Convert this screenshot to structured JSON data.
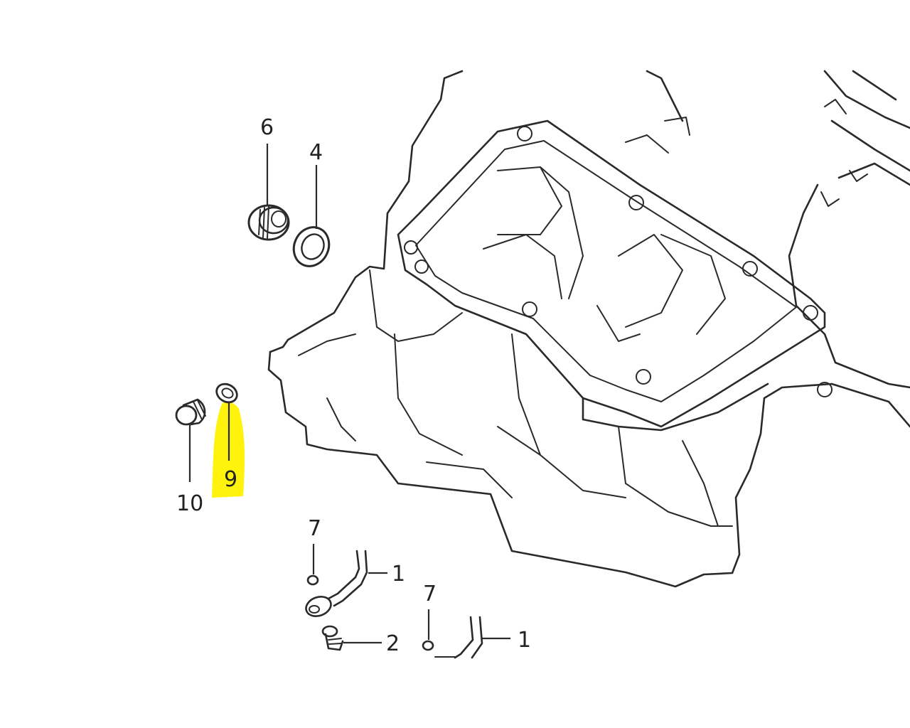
{
  "highlight_color": "#fff200",
  "line_color": "#2a2a2a",
  "callouts": {
    "c6": "6",
    "c4": "4",
    "c9": "9",
    "c10": "10",
    "c7a": "7",
    "c1a": "1",
    "c7b": "7",
    "c2": "2",
    "c1b": "1"
  }
}
